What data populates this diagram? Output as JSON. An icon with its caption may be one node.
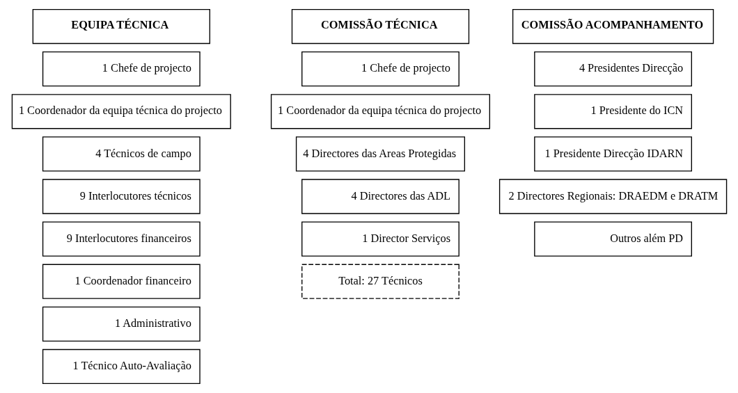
{
  "diagram": {
    "nodes": [
      {
        "text": [
          "EQUIPA TÉCNICA"
        ]
      },
      {
        "text": [
          "1 Chefe de projecto"
        ]
      },
      {
        "text": [
          "1 Coordenador da equipa técnica do projecto"
        ]
      },
      {
        "text": [
          "4 Técnicos de campo"
        ]
      },
      {
        "text": [
          "9 Interlocutores técnicos"
        ]
      },
      {
        "text": [
          "9 Interlocutores financeiros"
        ]
      },
      {
        "text": [
          "1 Coordenador financeiro"
        ]
      },
      {
        "text": [
          "1 Administrativo"
        ]
      },
      {
        "text": [
          "1 Técnico Auto-Avaliação"
        ]
      },
      {
        "text": [
          "COMISSÃO TÉCNICA"
        ]
      },
      {
        "text": [
          "1 Chefe de projecto"
        ]
      },
      {
        "text": [
          "1 Coordenador da equipa técnica do projecto"
        ]
      },
      {
        "text": [
          "4 Directores das Areas Protegidas"
        ]
      },
      {
        "text": [
          "4 Directores das ADL"
        ]
      },
      {
        "text": [
          "1 Director Serviços"
        ]
      },
      {
        "text": [
          "COMISSÃO ACOMPANHAMENTO"
        ]
      },
      {
        "text": [
          "4 Presidentes Direcção"
        ]
      },
      {
        "text": [
          "1 Presidente do ICN"
        ]
      },
      {
        "text": [
          "1 Presidente Direcção IDARN"
        ]
      },
      {
        "text": [
          "2 Directores Regionais: DRAEDM e DRATM"
        ]
      },
      {
        "text": [
          "Outros além PD"
        ]
      },
      {
        "text": [
          "Total: 27 Técnicos"
        ]
      }
    ],
    "edges": []
  }
}
